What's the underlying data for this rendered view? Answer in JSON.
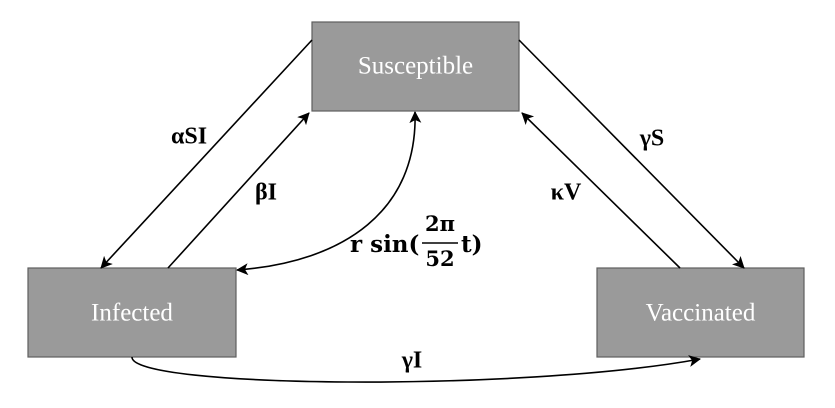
{
  "nodes": {
    "susceptible": "Susceptible",
    "infected": "Infected",
    "vaccinated": "Vaccinated"
  },
  "edges": {
    "s_to_i": "αSI",
    "i_to_s": "βI",
    "s_to_v": "γS",
    "v_to_s": "κV",
    "i_to_v": "γI",
    "seasonal": {
      "prefix": "r sin(",
      "numerator": "2π",
      "denominator": "52",
      "suffix": "t)"
    }
  },
  "colors": {
    "node_fill": "#9a9a9a",
    "node_border": "#5f5f5f",
    "node_text": "#ffffff",
    "edge": "#000000"
  }
}
